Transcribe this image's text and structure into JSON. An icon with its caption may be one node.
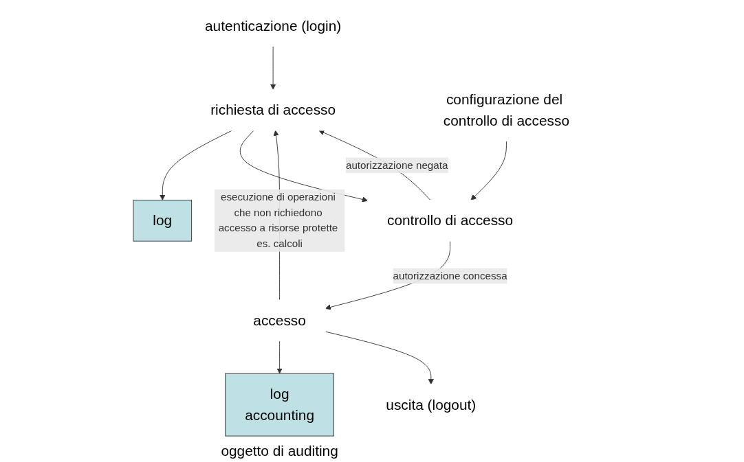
{
  "diagram": {
    "nodes": [
      {
        "text": [
          "autenticazione (login)"
        ]
      },
      {
        "text": [
          "richiesta di accesso"
        ]
      },
      {
        "text": [
          "log"
        ]
      },
      {
        "text": [
          "controllo di accesso"
        ]
      },
      {
        "text": [
          "configurazione del controllo di accesso"
        ]
      },
      {
        "text": [
          "accesso"
        ]
      },
      {
        "text": [
          "log",
          "accounting"
        ],
        "beside": [
          "oggetto di auditing"
        ]
      },
      {
        "text": [
          "uscita (logout)"
        ]
      }
    ],
    "edges": [
      {
        "from": 0,
        "to": 1,
        "arrow": "to"
      },
      {
        "from": 1,
        "to": 2,
        "arrow": "to"
      },
      {
        "from": 1,
        "to": 3,
        "arrow": "to"
      },
      {
        "from": 4,
        "to": 3,
        "arrow": "to"
      },
      {
        "from": 3,
        "to": 5,
        "arrow": "to",
        "label": "autorizzazione concessa"
      },
      {
        "from": 3,
        "to": 1,
        "arrow": "to",
        "label": "autorizzazione negata"
      },
      {
        "from": 5,
        "to": 1,
        "arrow": "to",
        "label": "esecuzione di operazioni che non richiedono accesso a risorse protette es. calcoli"
      },
      {
        "from": 5,
        "to": 6,
        "arrow": "to"
      },
      {
        "from": 5,
        "to": 7,
        "arrow": "to"
      }
    ]
  }
}
